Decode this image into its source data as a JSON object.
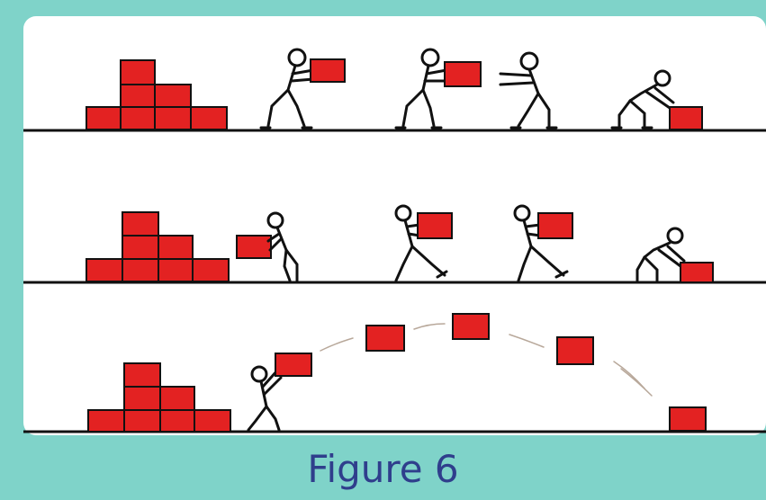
{
  "figure": {
    "caption": "Figure 6",
    "background_color": "#7fd3c9",
    "panel_color": "#ffffff",
    "box_color": "#e32222",
    "caption_color": "#2f3e8c",
    "rows": [
      {
        "id": "row-1",
        "description_icon": "stick-figures-passing-boxes-hand-to-hand"
      },
      {
        "id": "row-2",
        "description_icon": "stick-figures-each-carrying-a-box"
      },
      {
        "id": "row-3",
        "description_icon": "stick-figure-throwing-box-in-arc"
      }
    ]
  }
}
